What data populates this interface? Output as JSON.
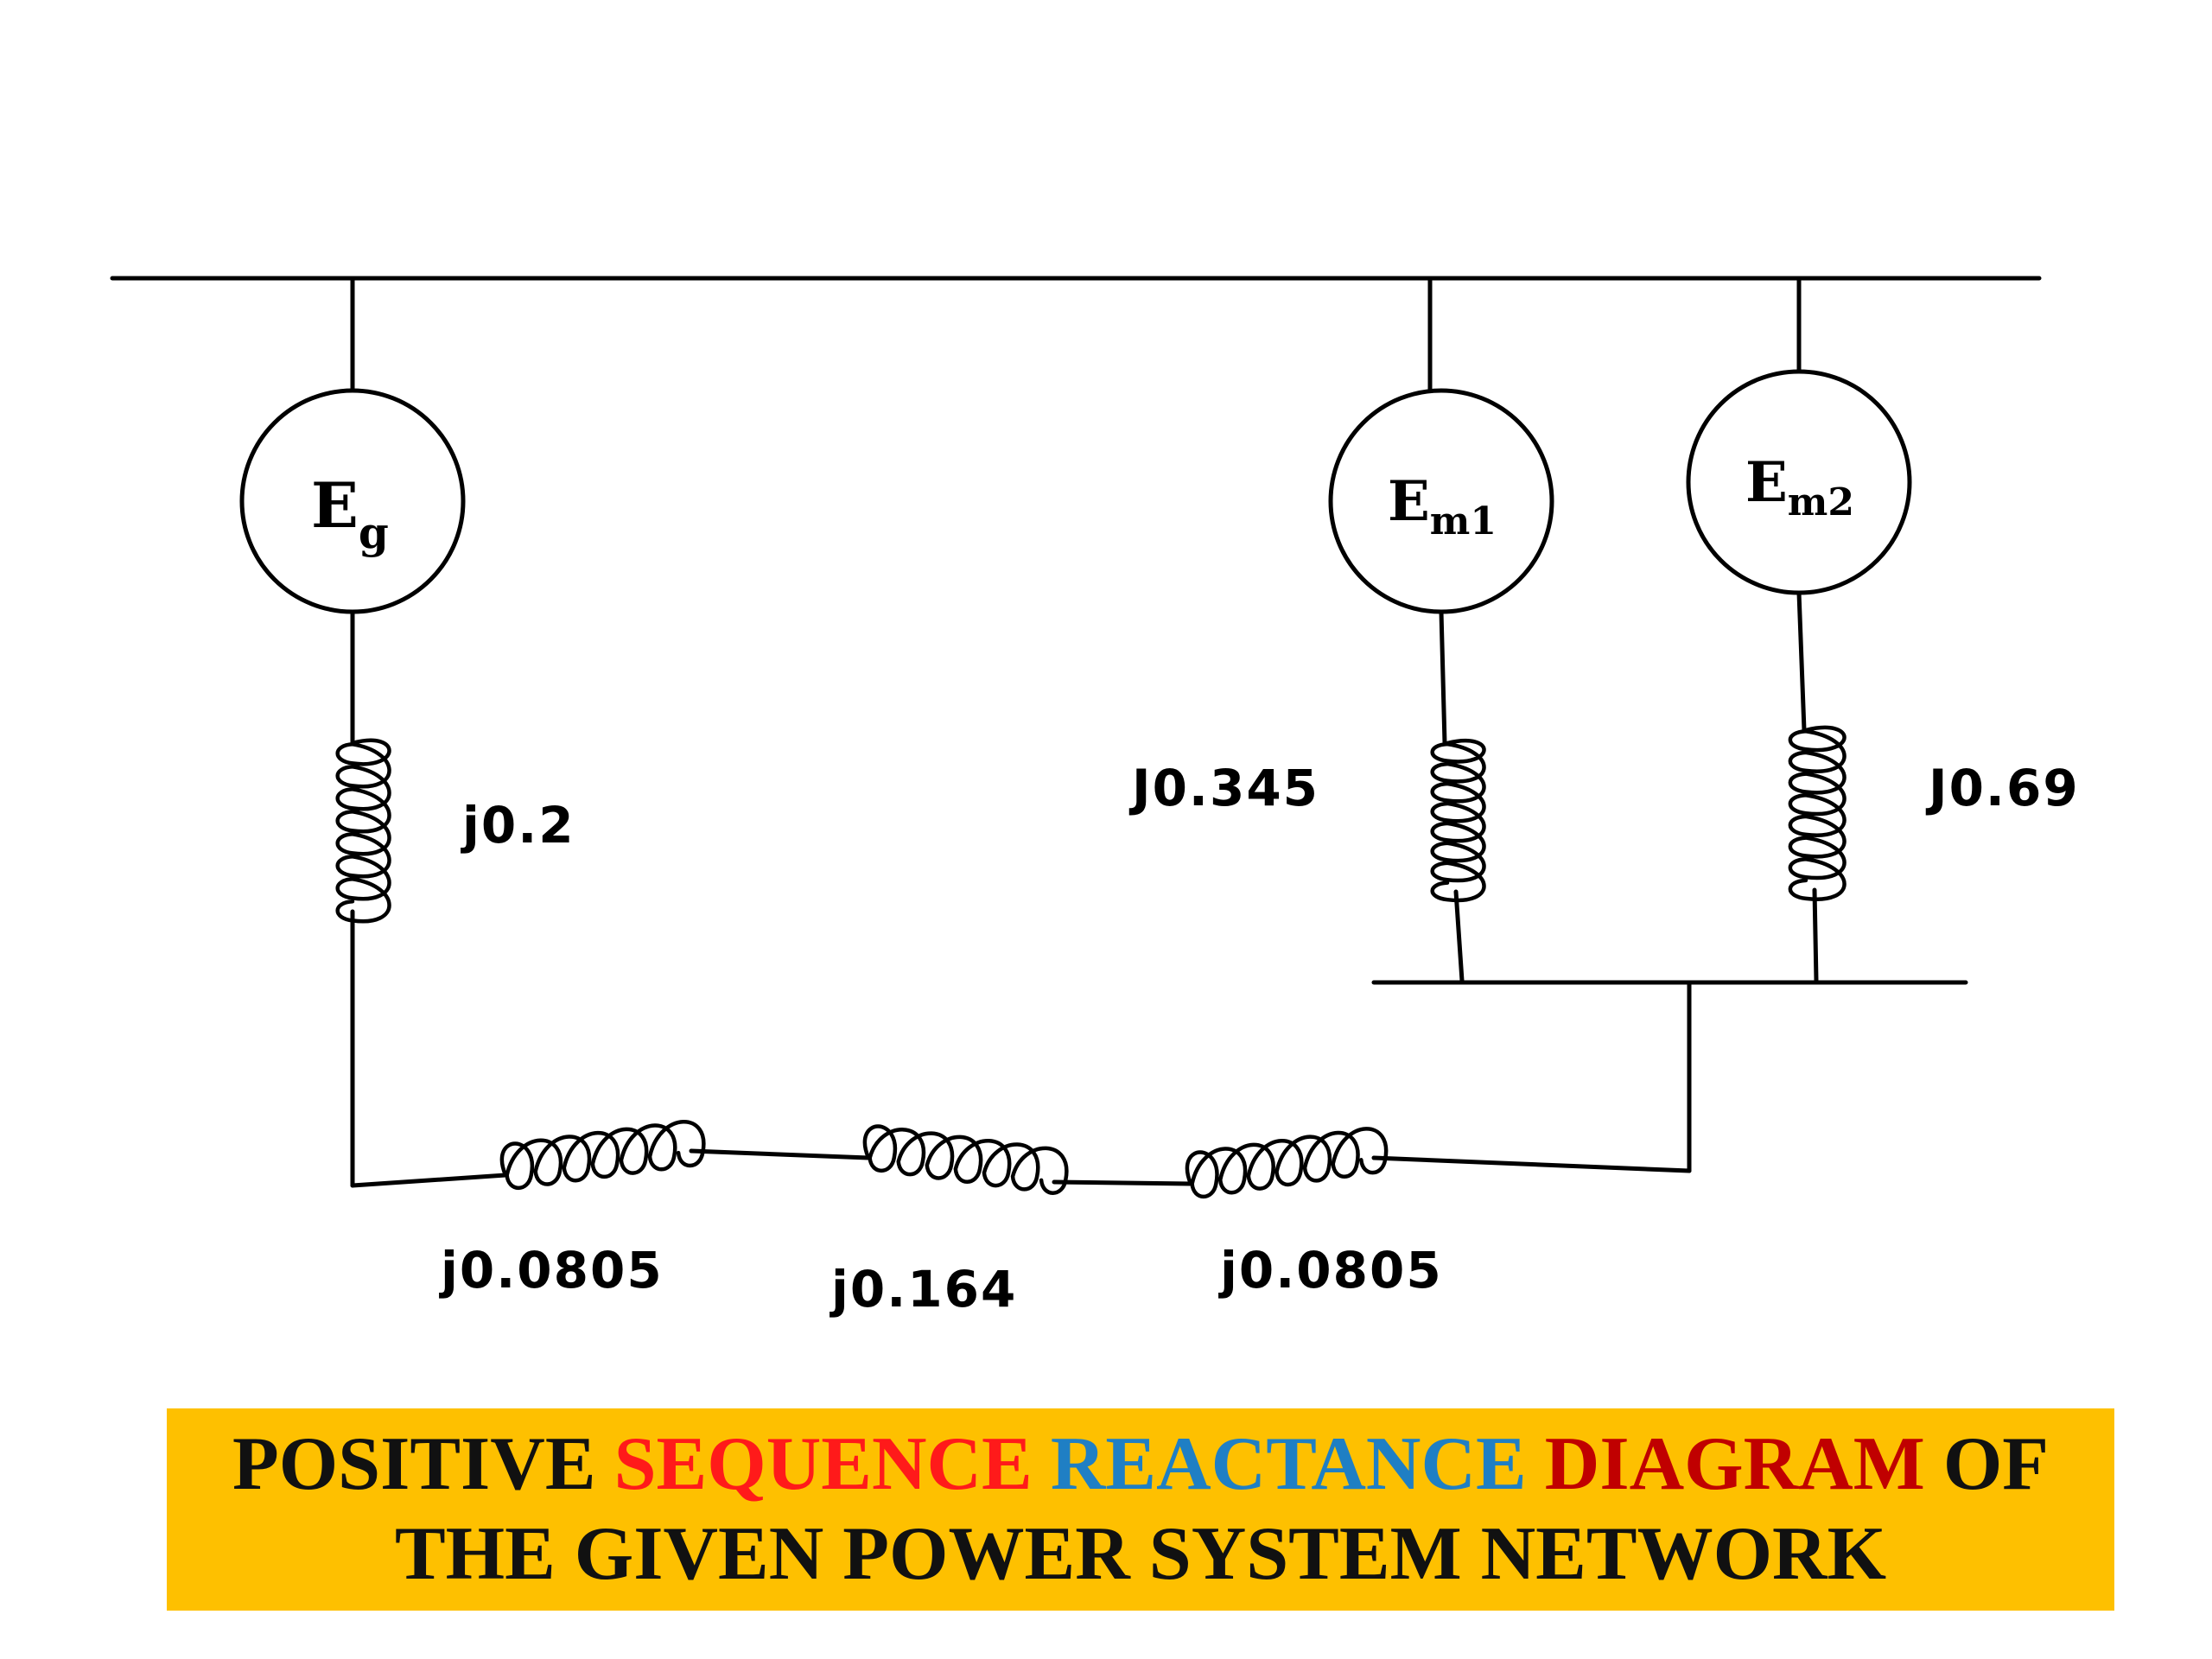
{
  "diagram": {
    "generators": [
      {
        "id": "gen-g",
        "main": "E",
        "sub": "g"
      },
      {
        "id": "gen-m1",
        "main": "E",
        "sub": "m1"
      },
      {
        "id": "gen-m2",
        "main": "E",
        "sub": "m2"
      }
    ],
    "reactances": {
      "gen_g": "j0.2",
      "motor_m1": "J0.345",
      "motor_m2": "J0.69",
      "transformer_1": "j0.0805",
      "line": "j0.164",
      "transformer_2": "j0.0805"
    }
  },
  "title": {
    "line1": [
      {
        "text": "POSITIVE",
        "color": "#111111"
      },
      {
        "text": "SEQUENCE",
        "color": "#ff1a1a"
      },
      {
        "text": "REACTANCE",
        "color": "#1f7fc4"
      },
      {
        "text": "DIAGRAM",
        "color": "#c00000"
      },
      {
        "text": "OF",
        "color": "#111111"
      }
    ],
    "line2": "THE GIVEN POWER SYSTEM NETWORK"
  },
  "colors": {
    "banner_background": "#fec000",
    "line_color": "#000000"
  }
}
